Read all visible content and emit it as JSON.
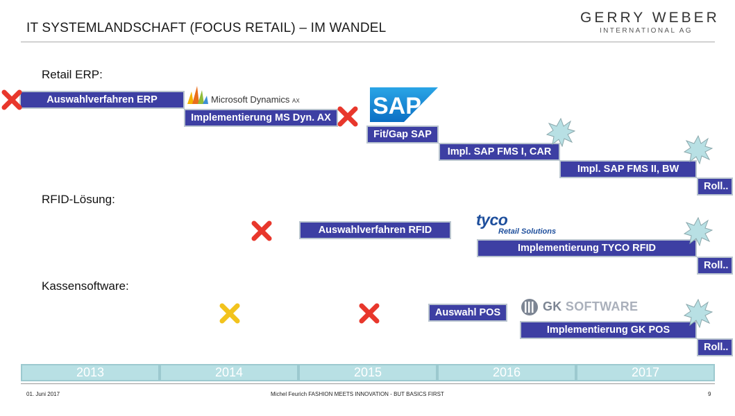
{
  "header": {
    "title": "IT SYSTEMLANDSCHAFT (FOCUS RETAIL) – IM WANDEL",
    "logo_main": "GERRY WEBER",
    "logo_sub": "INTERNATIONAL AG"
  },
  "sections": {
    "erp": "Retail ERP:",
    "rfid": "RFID-Lösung:",
    "pos": "Kassensoftware:"
  },
  "bars": {
    "erp_selection": "Auswahlverfahren ERP",
    "erp_ms_impl": "Implementierung MS Dyn. AX",
    "erp_fitgap": "Fit/Gap SAP",
    "erp_fms1": "Impl. SAP FMS I, CAR",
    "erp_fms2": "Impl. SAP FMS II, BW",
    "erp_roll": "Roll..",
    "rfid_selection": "Auswahlverfahren RFID",
    "rfid_impl": "Implementierung TYCO RFID",
    "rfid_roll": "Roll..",
    "pos_selection": "Auswahl POS",
    "pos_impl": "Implementierung GK POS",
    "pos_roll": "Roll.."
  },
  "logos": {
    "ms_name": "Microsoft Dynamics",
    "ms_suffix": "AX",
    "sap": "SAP",
    "tyco_main": "tyco",
    "tyco_sub": "Retail Solutions",
    "gk_bold": "GK",
    "gk_rest": "SOFTWARE"
  },
  "timeline": [
    "2013",
    "2014",
    "2015",
    "2016",
    "2017"
  ],
  "footer": {
    "date": "01. Juni 2017",
    "center": "Michel Feurich FASHION MEETS INNOVATION - BUT BASICS FIRST",
    "page": "9"
  },
  "colors": {
    "bar": "#3d3fa3",
    "bar_border": "#b9c4cf",
    "x_red": "#e8372c",
    "x_yellow": "#f2c31d",
    "burst": "#b8e0e4",
    "timeline": "#b8e0e4"
  }
}
